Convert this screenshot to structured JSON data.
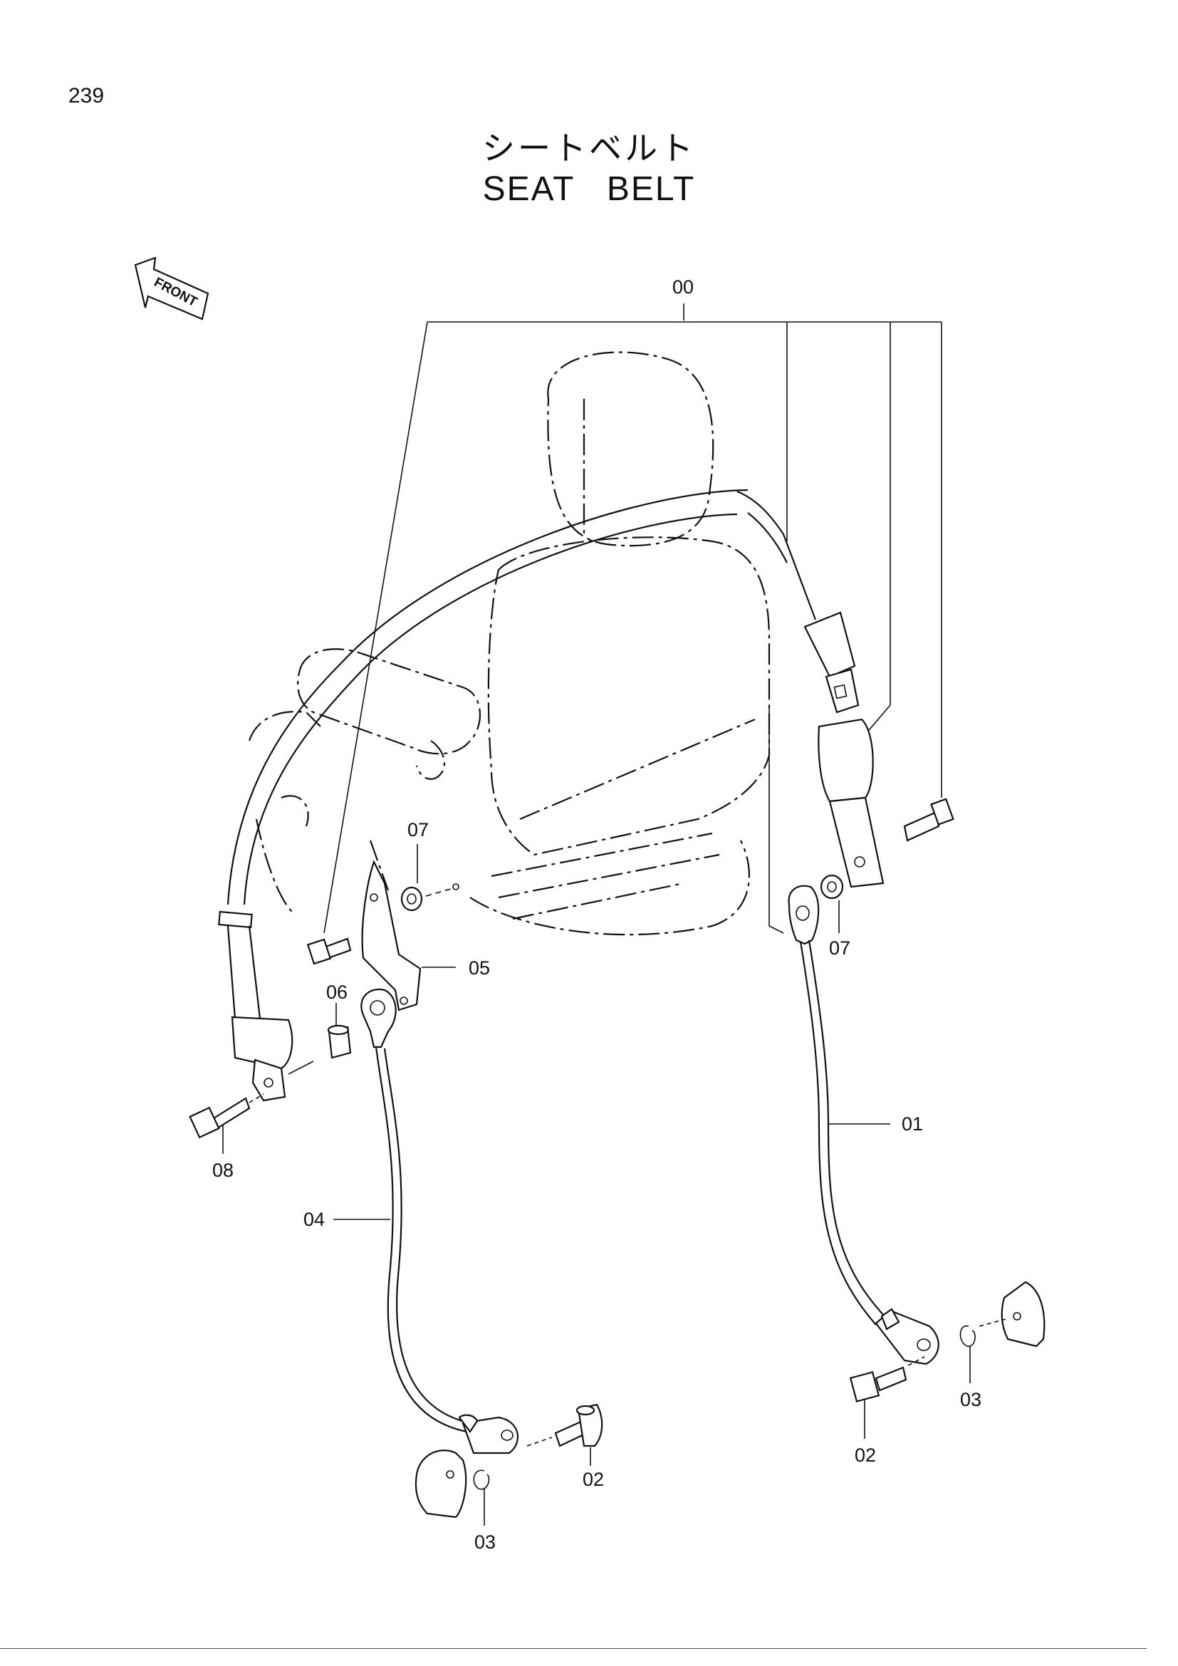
{
  "page_number": "239",
  "title_jp": "シートベルト",
  "title_en": "SEAT   BELT",
  "front_label": "FRONT",
  "callouts": {
    "c00": "00",
    "c01": "01",
    "c02a": "02",
    "c02b": "02",
    "c03a": "03",
    "c03b": "03",
    "c04": "04",
    "c05": "05",
    "c06": "06",
    "c07a": "07",
    "c07b": "07",
    "c08": "08"
  }
}
